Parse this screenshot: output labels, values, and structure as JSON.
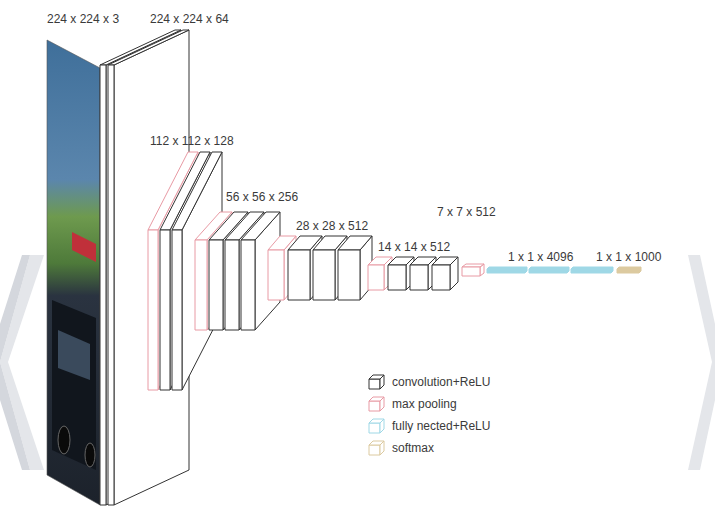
{
  "diagram": {
    "labels": [
      "224 x 224 x 3",
      "224 x 224 x 64",
      "112 x 112 x 128",
      "56 x 56 x 256",
      "28 x 28 x 512",
      "14 x 14 x 512",
      "7 x 7 x 512",
      "1 x 1 x 4096",
      "1 x 1 x 1000"
    ],
    "legend": [
      {
        "text": "convolution+ReLU",
        "color": "#333333"
      },
      {
        "text": "max pooling",
        "color": "#e89aa4"
      },
      {
        "text": "fully nected+ReLU",
        "color": "#9fd8e6"
      },
      {
        "text": "softmax",
        "color": "#dccaa0"
      }
    ]
  }
}
